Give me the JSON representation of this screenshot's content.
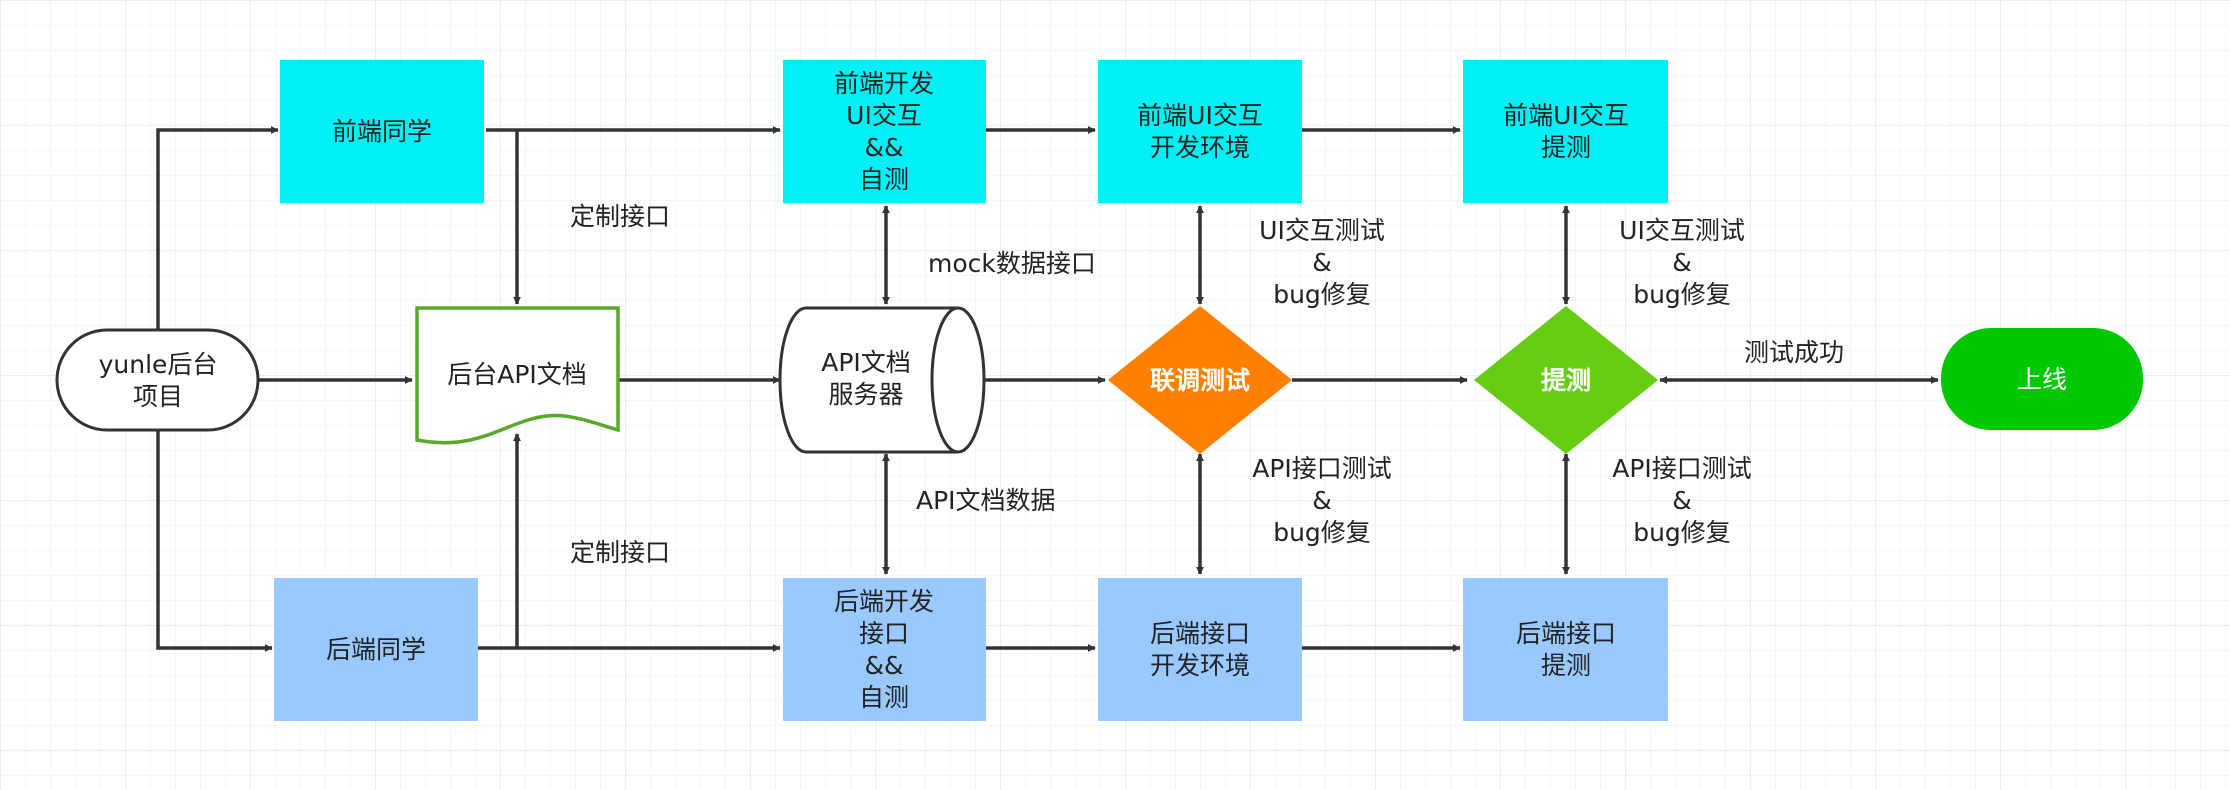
{
  "colors": {
    "frontend": "#00f0f5",
    "backend": "#99c9ff",
    "doc_border": "#58a82a",
    "joint_test": "#ff7f00",
    "submit_test": "#67cd12",
    "launch": "#00c800",
    "edge": "#333333"
  },
  "nodes": {
    "project": [
      "yunle后台",
      "项目"
    ],
    "frontend_dev": [
      "前端同学"
    ],
    "backend_dev": [
      "后端同学"
    ],
    "api_doc": [
      "后台API文档"
    ],
    "fe_ui_dev": [
      "前端开发",
      "UI交互",
      "&&",
      "自测"
    ],
    "api_server": [
      "API文档",
      "服务器"
    ],
    "be_api_dev": [
      "后端开发",
      "接口",
      "&&",
      "自测"
    ],
    "fe_ui_env": [
      "前端UI交互",
      "开发环境"
    ],
    "joint_test": [
      "联调测试"
    ],
    "be_api_env": [
      "后端接口",
      "开发环境"
    ],
    "fe_ui_submit": [
      "前端UI交互",
      "提测"
    ],
    "submit_test": [
      "提测"
    ],
    "be_api_submit": [
      "后端接口",
      "提测"
    ],
    "launch": [
      "上线"
    ]
  },
  "edge_labels": {
    "custom_api_top": [
      "定制接口"
    ],
    "custom_api_bottom": [
      "定制接口"
    ],
    "mock_api": [
      "mock数据接口"
    ],
    "api_doc_data": [
      "API文档数据"
    ],
    "ui_test_1": [
      "UI交互测试",
      "&",
      "bug修复"
    ],
    "api_test_1": [
      "API接口测试",
      "&",
      "bug修复"
    ],
    "ui_test_2": [
      "UI交互测试",
      "&",
      "bug修复"
    ],
    "api_test_2": [
      "API接口测试",
      "&",
      "bug修复"
    ],
    "test_success": [
      "测试成功"
    ]
  }
}
